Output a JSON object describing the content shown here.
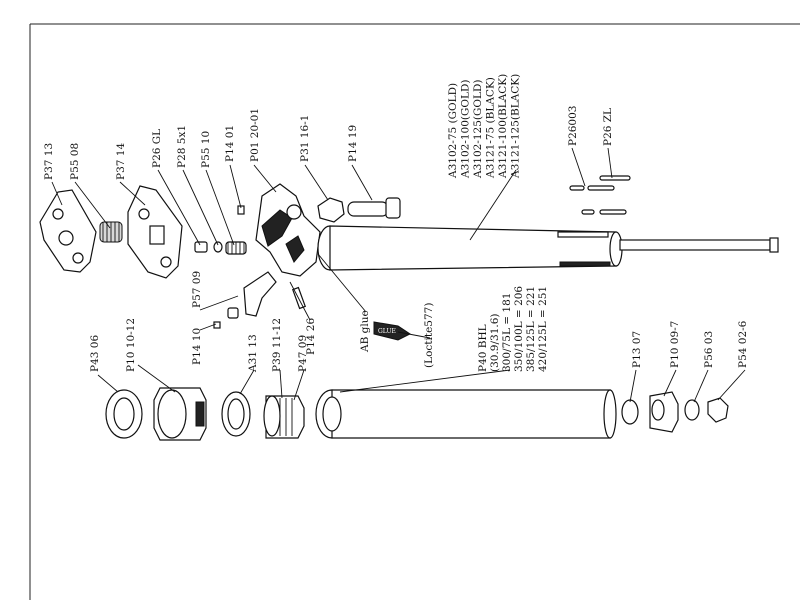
{
  "labels": {
    "p37_13": "P37 13",
    "p55_08": "P55 08",
    "p37_14": "P37 14",
    "p26_gl": "P26 GL",
    "p28_5x1": "P28 5x1",
    "p55_10": "P55 10",
    "p14_01": "P14 01",
    "p01_20_01": "P01 20-01",
    "p31_16_1": "P31 16-1",
    "p14_19": "P14 19",
    "p26003": "P26003",
    "p26_zl": "P26 ZL",
    "p57_09": "P57 09",
    "p14_10": "P14 10",
    "p14_26": "P14 26",
    "ab_glue": "AB glue",
    "loctite": "(Loctite577)",
    "p43_06": "P43 06",
    "p10_10_12": "P10 10-12",
    "a31_13": "A31 13",
    "p39_11_12": "P39 11-12",
    "p47_09": "P47 09",
    "p13_07": "P13 07",
    "p10_09_7": "P10 09-7",
    "p56_03": "P56 03",
    "p54_02_6": "P54 02-6",
    "glue_tube": "GLUE"
  },
  "cartridge_variants": [
    "A3102-75  (GOLD)",
    "A3102-100(GOLD)",
    "A3102-125(GOLD)",
    "A3121-75  (BLACK)",
    "A3121-100(BLACK)",
    "A3121-125(BLACK)"
  ],
  "tube_variants": [
    "P40 BHL",
    "(30.9/31.6)",
    "300/75L = 181",
    "350/100L = 206",
    "385/125L = 221",
    "420/125L = 251"
  ]
}
